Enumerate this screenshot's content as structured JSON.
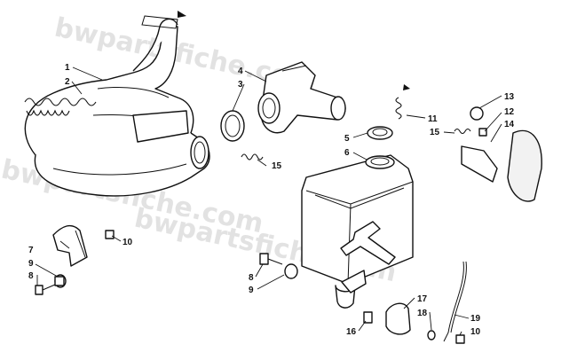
{
  "watermark": "bwpartsfiche.com",
  "callouts": [
    {
      "id": "c1",
      "text": "1"
    },
    {
      "id": "c2",
      "text": "2"
    },
    {
      "id": "c3",
      "text": "3"
    },
    {
      "id": "c4",
      "text": "4"
    },
    {
      "id": "c5",
      "text": "5"
    },
    {
      "id": "c6",
      "text": "6"
    },
    {
      "id": "c7",
      "text": "7"
    },
    {
      "id": "c8a",
      "text": "8"
    },
    {
      "id": "c9a",
      "text": "9"
    },
    {
      "id": "c10a",
      "text": "10"
    },
    {
      "id": "c11",
      "text": "11"
    },
    {
      "id": "c12",
      "text": "12"
    },
    {
      "id": "c13",
      "text": "13"
    },
    {
      "id": "c14",
      "text": "14"
    },
    {
      "id": "c15a",
      "text": "15"
    },
    {
      "id": "c15b",
      "text": "15"
    },
    {
      "id": "c8b",
      "text": "8"
    },
    {
      "id": "c9b",
      "text": "9"
    },
    {
      "id": "c16",
      "text": "16"
    },
    {
      "id": "c17",
      "text": "17"
    },
    {
      "id": "c18",
      "text": "18"
    },
    {
      "id": "c19",
      "text": "19"
    },
    {
      "id": "c10b",
      "text": "10"
    }
  ]
}
